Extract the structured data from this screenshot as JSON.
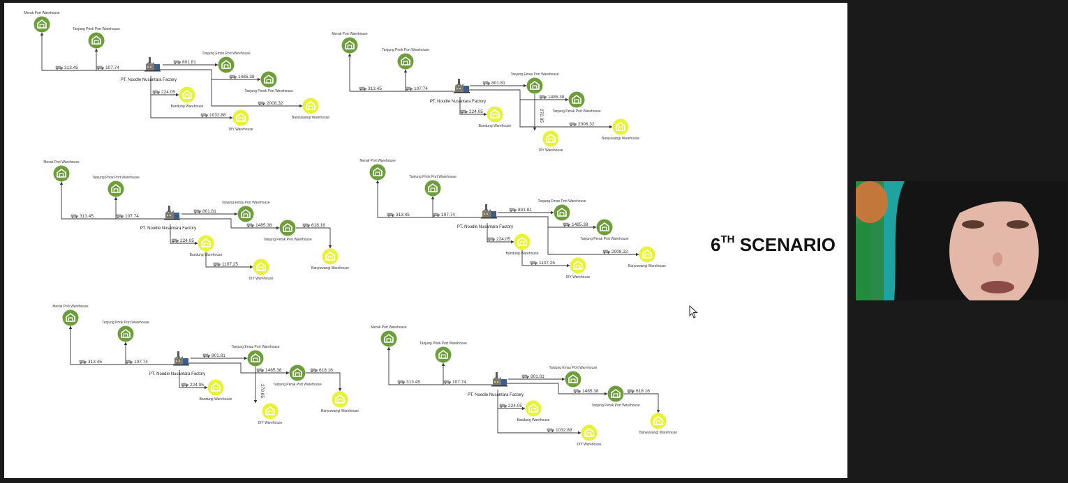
{
  "slide": {
    "title_main": "6",
    "title_sup": "TH",
    "title_rest": " SCENARIO",
    "colors": {
      "background": "#ffffff",
      "green_node": "#6e9e3c",
      "yellow_node": "#e6f23c",
      "edge": "#333333"
    }
  },
  "diagrams": [
    {
      "factory": "PT. Noodle Nusantara Factory",
      "nodes": [
        {
          "label": "Merak Port Warehouse",
          "color": "green"
        },
        {
          "label": "Tanjung Priok Port Warehouse",
          "color": "green"
        },
        {
          "label": "Tanjung Emas Port Warehouse",
          "color": "green"
        },
        {
          "label": "Tanjung Perak Port Warehouse",
          "color": "green"
        },
        {
          "label": "Bandung Warehouse",
          "color": "yellow"
        },
        {
          "label": "Banyuwangi Warehouse",
          "color": "yellow"
        },
        {
          "label": "DIY Warehouse",
          "color": "yellow"
        }
      ],
      "edges": [
        {
          "label": "313.45"
        },
        {
          "label": "107.74"
        },
        {
          "label": "801.81"
        },
        {
          "label": "1485.38"
        },
        {
          "label": "224.05"
        },
        {
          "label": "2008.32"
        },
        {
          "label": "1032.88"
        }
      ]
    },
    {
      "factory": "PT. Noodle Nusantara Factory",
      "nodes": [
        {
          "label": "Merak Port Warehouse",
          "color": "green"
        },
        {
          "label": "Tanjung Priok Port Warehouse",
          "color": "green"
        },
        {
          "label": "Tanjung Emas Port Warehouse",
          "color": "green"
        },
        {
          "label": "Tanjung Perak Port Warehouse",
          "color": "green"
        },
        {
          "label": "Bandung Warehouse",
          "color": "yellow"
        },
        {
          "label": "Banyuwangi Warehouse",
          "color": "yellow"
        },
        {
          "label": "DIY Warehouse",
          "color": "yellow"
        }
      ],
      "edges": [
        {
          "label": "313.45"
        },
        {
          "label": "107.74"
        },
        {
          "label": "801.81"
        },
        {
          "label": "1485.38"
        },
        {
          "label": "224.05"
        },
        {
          "label": "2008.32"
        },
        {
          "label": "270.05"
        }
      ]
    },
    {
      "factory": "PT. Noodle Nusantara Factory",
      "nodes": [
        {
          "label": "Merak Port Warehouse",
          "color": "green"
        },
        {
          "label": "Tanjung Priok Port Warehouse",
          "color": "green"
        },
        {
          "label": "Tanjung Emas Port Warehouse",
          "color": "green"
        },
        {
          "label": "Tanjung Perak Port Warehouse",
          "color": "green"
        },
        {
          "label": "Bandung Warehouse",
          "color": "yellow"
        },
        {
          "label": "Banyuwangi Warehouse",
          "color": "yellow"
        },
        {
          "label": "DIY Warehouse",
          "color": "yellow"
        }
      ],
      "edges": [
        {
          "label": "313.45"
        },
        {
          "label": "107.74"
        },
        {
          "label": "801.81"
        },
        {
          "label": "1485.38"
        },
        {
          "label": "224.05"
        },
        {
          "label": "618.16"
        },
        {
          "label": "1107.25"
        }
      ]
    },
    {
      "factory": "PT. Noodle Nusantara Factory",
      "nodes": [
        {
          "label": "Merak Port Warehouse",
          "color": "green"
        },
        {
          "label": "Tanjung Priok Port Warehouse",
          "color": "green"
        },
        {
          "label": "Tanjung Emas Port Warehouse",
          "color": "green"
        },
        {
          "label": "Tanjung Perak Port Warehouse",
          "color": "green"
        },
        {
          "label": "Bandung Warehouse",
          "color": "yellow"
        },
        {
          "label": "Banyuwangi Warehouse",
          "color": "yellow"
        },
        {
          "label": "DIY Warehouse",
          "color": "yellow"
        }
      ],
      "edges": [
        {
          "label": "313.45"
        },
        {
          "label": "107.74"
        },
        {
          "label": "801.81"
        },
        {
          "label": "1485.38"
        },
        {
          "label": "224.05"
        },
        {
          "label": "2008.32"
        },
        {
          "label": "1107.25"
        }
      ]
    },
    {
      "factory": "PT. Noodle Nusantara Factory",
      "nodes": [
        {
          "label": "Merak Port Warehouse",
          "color": "green"
        },
        {
          "label": "Tanjung Priok Port Warehouse",
          "color": "green"
        },
        {
          "label": "Tanjung Emas Port Warehouse",
          "color": "green"
        },
        {
          "label": "Tanjung Perak Port Warehouse",
          "color": "green"
        },
        {
          "label": "Bandung Warehouse",
          "color": "yellow"
        },
        {
          "label": "Banyuwangi Warehouse",
          "color": "yellow"
        },
        {
          "label": "DIY Warehouse",
          "color": "yellow"
        }
      ],
      "edges": [
        {
          "label": "313.45"
        },
        {
          "label": "107.74"
        },
        {
          "label": "801.81"
        },
        {
          "label": "1485.38"
        },
        {
          "label": "224.05"
        },
        {
          "label": "618.16"
        },
        {
          "label": "270.05"
        }
      ]
    },
    {
      "factory": "PT. Noodle Nusantara Factory",
      "nodes": [
        {
          "label": "Merak Port Warehouse",
          "color": "green"
        },
        {
          "label": "Tanjung Priok Port Warehouse",
          "color": "green"
        },
        {
          "label": "Tanjung Emas Port Warehouse",
          "color": "green"
        },
        {
          "label": "Tanjung Perak Port Warehouse",
          "color": "green"
        },
        {
          "label": "Bandung Warehouse",
          "color": "yellow"
        },
        {
          "label": "Banyuwangi Warehouse",
          "color": "yellow"
        },
        {
          "label": "DIY Warehouse",
          "color": "yellow"
        }
      ],
      "edges": [
        {
          "label": "313.45"
        },
        {
          "label": "107.74"
        },
        {
          "label": "801.81"
        },
        {
          "label": "1485.38"
        },
        {
          "label": "224.05"
        },
        {
          "label": "618.16"
        },
        {
          "label": "1032.88"
        }
      ]
    }
  ],
  "icons": {
    "warehouse": "warehouse-icon",
    "factory": "factory-icon",
    "truck": "truck-icon",
    "cursor": "mouse-cursor-icon"
  },
  "webcam": {
    "description_icon": "participant-video"
  }
}
